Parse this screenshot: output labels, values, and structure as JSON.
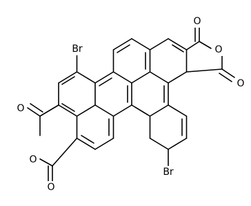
{
  "structure": {
    "kind": "skeletal-formula",
    "colors": {
      "background": "#ffffff",
      "ink": "#000000"
    },
    "atom_labels": {
      "br_top": "Br",
      "br_bottom": "Br",
      "o_carbonyl_top_right_upper": "O",
      "o_ring_right": "O",
      "o_carbonyl_right_lower": "O",
      "o_carbonyl_left_upper": "O",
      "o_ring_left": "O",
      "o_carbonyl_left_lower": "O"
    }
  }
}
